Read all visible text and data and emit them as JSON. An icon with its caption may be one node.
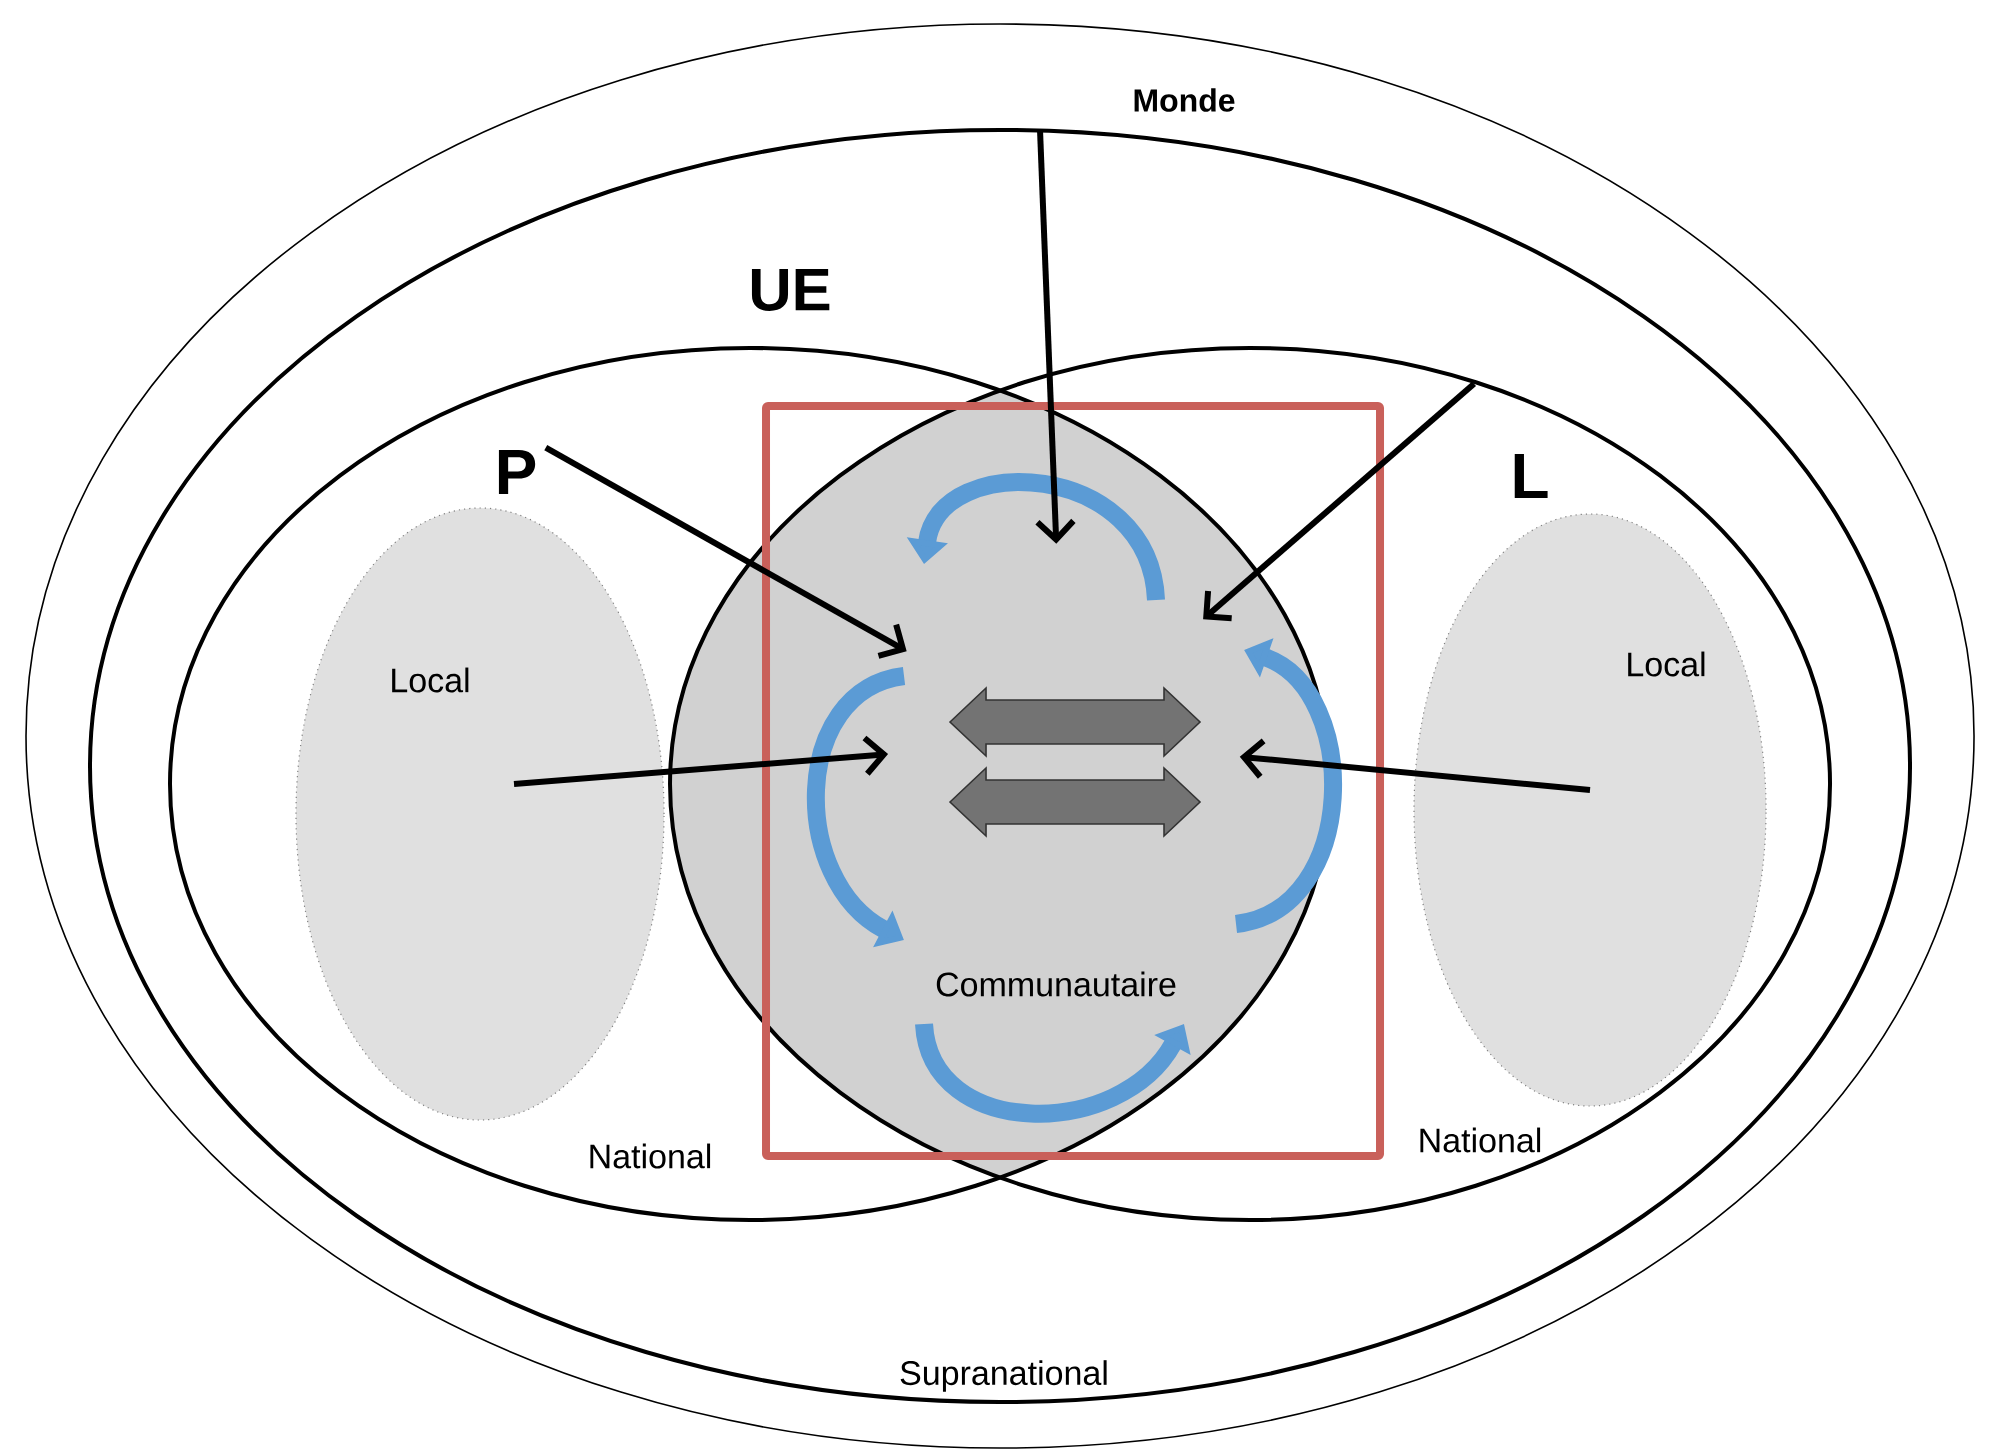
{
  "diagram": {
    "nodes": [
      {
        "text": [
          "Monde"
        ]
      },
      {
        "text": [
          "UE",
          "Supranational"
        ],
        "in": 0
      },
      {
        "text": [
          "P",
          "National"
        ],
        "in": 1
      },
      {
        "text": [
          "L",
          "National"
        ],
        "in": 1
      },
      {
        "text": [
          "Local"
        ],
        "in": 2
      },
      {
        "text": [
          "Local"
        ],
        "in": 3
      },
      {
        "text": [
          "Communautaire"
        ],
        "in": 1
      }
    ],
    "edges": [
      {
        "from": 1,
        "to": 6,
        "arrow": "to"
      },
      {
        "from": 2,
        "to": 6,
        "arrow": "to"
      },
      {
        "from": 3,
        "to": 6,
        "arrow": "to"
      },
      {
        "from": 4,
        "to": 6,
        "arrow": "to"
      },
      {
        "from": 5,
        "to": 6,
        "arrow": "to"
      }
    ]
  }
}
